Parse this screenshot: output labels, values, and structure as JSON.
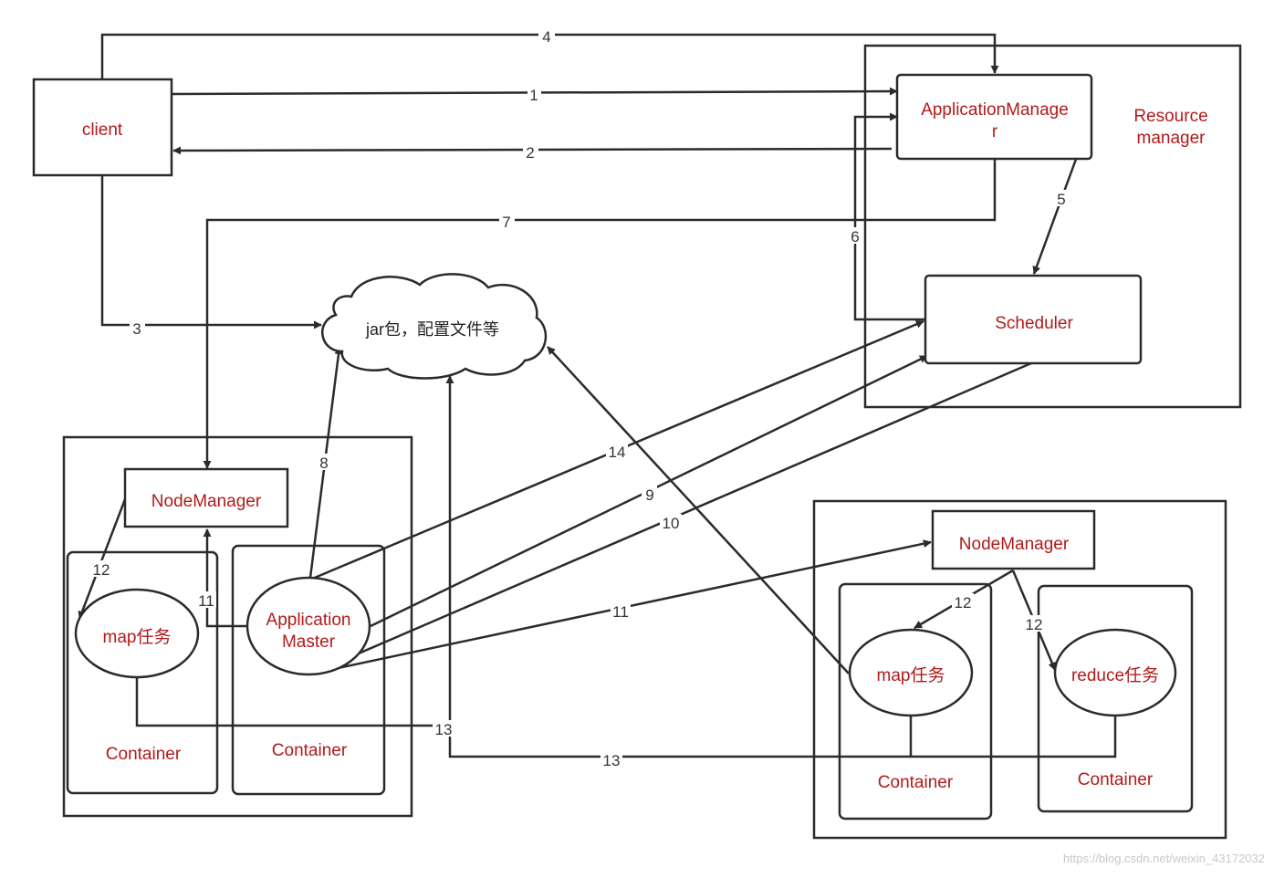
{
  "colors": {
    "node_text": "#b21a1a",
    "line": "#2b2b2b",
    "edge_label": "#333333"
  },
  "nodes": {
    "client": "client",
    "app_manager_line1": "ApplicationManage",
    "app_manager_line2": "r",
    "resource_manager_line1": "Resource",
    "resource_manager_line2": "manager",
    "scheduler": "Scheduler",
    "cloud": "jar包，配置文件等",
    "node_manager_left": "NodeManager",
    "node_manager_right": "NodeManager",
    "map_task_left": "map任务",
    "app_master_line1": "Application",
    "app_master_line2": "Master",
    "container_left_1": "Container",
    "container_left_2": "Container",
    "map_task_right": "map任务",
    "reduce_task": "reduce任务",
    "container_right_1": "Container",
    "container_right_2": "Container"
  },
  "edges": {
    "e1": "1",
    "e2": "2",
    "e3": "3",
    "e4": "4",
    "e5": "5",
    "e6": "6",
    "e7": "7",
    "e8": "8",
    "e9": "9",
    "e10": "10",
    "e11a": "11",
    "e11b": "11",
    "e12a": "12",
    "e12b": "12",
    "e12c": "12",
    "e13a": "13",
    "e13b": "13",
    "e14": "14"
  },
  "watermark": "https://blog.csdn.net/weixin_43172032"
}
